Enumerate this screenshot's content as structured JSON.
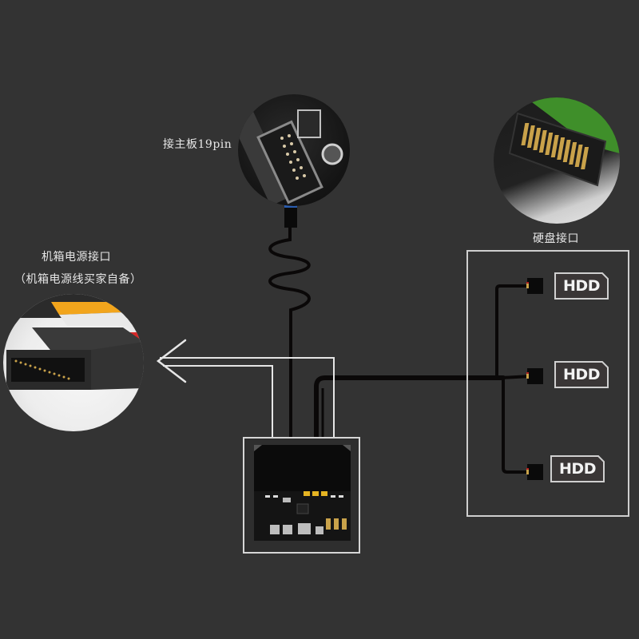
{
  "labels": {
    "motherboard": "接主板19pin",
    "psu_line1": "机箱电源接口",
    "psu_line2": "（机箱电源线买家自备）",
    "hdd_interface": "硬盘接口"
  },
  "hdd_ports": [
    {
      "label": "HDD"
    },
    {
      "label": "HDD"
    },
    {
      "label": "HDD"
    }
  ],
  "images": {
    "motherboard_header": "motherboard-19pin-header-photo",
    "hdd_connector": "sata-hdd-connector-photo",
    "psu_connector": "sata-power-connector-photo",
    "front_panel": "front-panel-hub-board-photo"
  },
  "colors": {
    "background": "#333333",
    "line": "#e6e6e6",
    "cable": "#0a0808",
    "usb_blue": "#2a5db0",
    "gold_pin": "#c9a24a",
    "pcb_green": "#3f8f2a"
  }
}
